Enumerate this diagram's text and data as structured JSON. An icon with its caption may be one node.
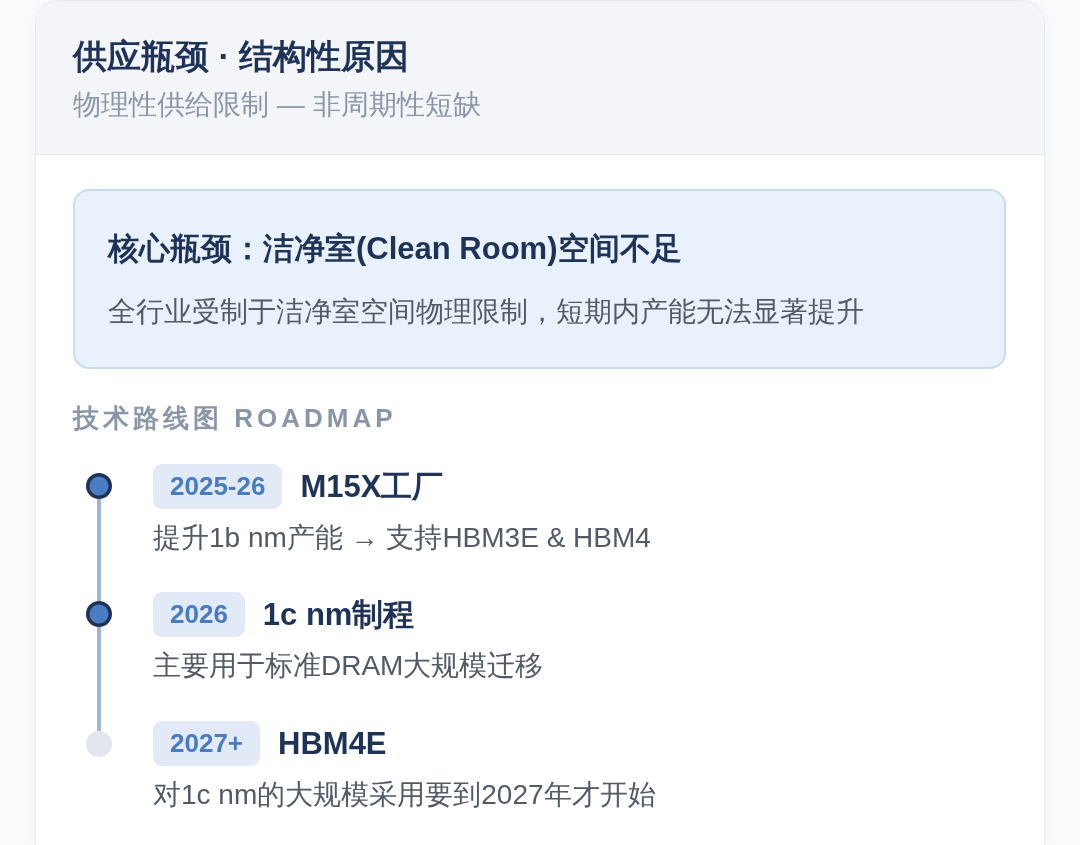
{
  "diagram": {
    "nodes": [
      {
        "text": [
          "供应瓶颈 · 结构性原因",
          "物理性供给限制 — 非周期性短缺"
        ]
      },
      {
        "text": [
          "核心瓶颈：洁净室(Clean Room)空间不足",
          "全行业受制于洁净室空间物理限制，短期内产能无法显著提升"
        ],
        "in": 0
      },
      {
        "text": [],
        "shape": "circle",
        "in": 0
      },
      {
        "text": [
          "2025-26"
        ],
        "beside": [
          "M15X工厂",
          "提升1b nm产能 → 支持HBM3E & HBM4"
        ],
        "in": 0
      },
      {
        "text": [],
        "shape": "circle",
        "in": 0
      },
      {
        "text": [
          "2026"
        ],
        "beside": [
          "1c nm制程",
          "主要用于标准DRAM大规模迁移"
        ],
        "in": 0
      },
      {
        "text": [],
        "shape": "circle",
        "in": 0
      },
      {
        "text": [
          "2027+"
        ],
        "beside": [
          "HBM4E",
          "对1c nm的大规模采用要到2027年才开始"
        ],
        "in": 0
      }
    ],
    "edges": [
      {
        "from": 2,
        "to": 4,
        "arrow": "none"
      },
      {
        "from": 4,
        "to": 6,
        "arrow": "none"
      }
    ],
    "labels": [
      "技术路线图 ROADMAP"
    ]
  }
}
